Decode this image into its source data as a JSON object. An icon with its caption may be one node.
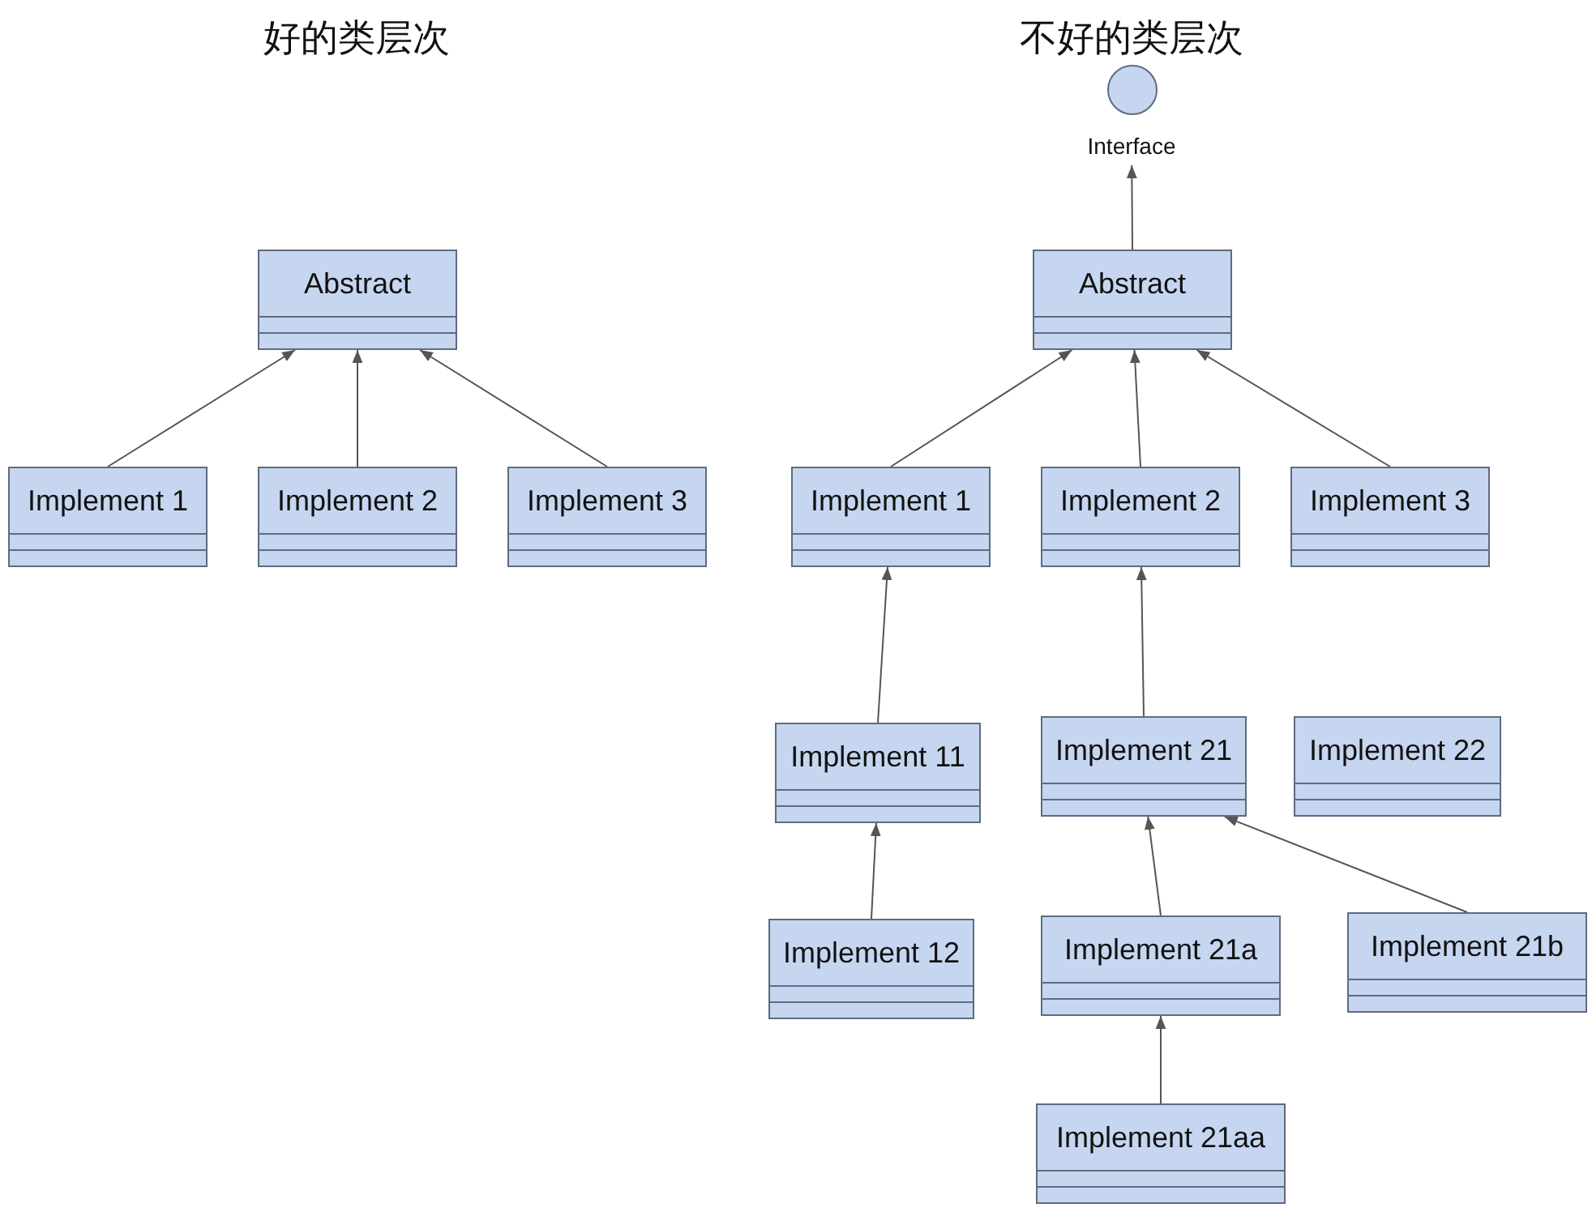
{
  "diagram": {
    "nodes": [
      {
        "text": [
          "Abstract"
        ]
      },
      {
        "text": [
          "Implement 1"
        ]
      },
      {
        "text": [
          "Implement 2"
        ]
      },
      {
        "text": [
          "Implement 3"
        ]
      },
      {
        "text": [
          "Interface"
        ]
      },
      {
        "text": [
          "Abstract"
        ]
      },
      {
        "text": [
          "Implement 1"
        ]
      },
      {
        "text": [
          "Implement 2"
        ]
      },
      {
        "text": [
          "Implement 3"
        ]
      },
      {
        "text": [
          "Implement 11"
        ]
      },
      {
        "text": [
          "Implement 21"
        ]
      },
      {
        "text": [
          "Implement 22"
        ]
      },
      {
        "text": [
          "Implement 12"
        ]
      },
      {
        "text": [
          "Implement 21a"
        ]
      },
      {
        "text": [
          "Implement 21b"
        ]
      },
      {
        "text": [
          "Implement 21aa"
        ]
      }
    ],
    "edges": [
      {
        "from": 1,
        "to": 0,
        "arrow": "to"
      },
      {
        "from": 2,
        "to": 0,
        "arrow": "to"
      },
      {
        "from": 3,
        "to": 0,
        "arrow": "to"
      },
      {
        "from": 5,
        "to": 4,
        "arrow": "to"
      },
      {
        "from": 6,
        "to": 5,
        "arrow": "to"
      },
      {
        "from": 7,
        "to": 5,
        "arrow": "to"
      },
      {
        "from": 8,
        "to": 5,
        "arrow": "to"
      },
      {
        "from": 9,
        "to": 6,
        "arrow": "to"
      },
      {
        "from": 10,
        "to": 7,
        "arrow": "to"
      },
      {
        "from": 12,
        "to": 9,
        "arrow": "to"
      },
      {
        "from": 13,
        "to": 10,
        "arrow": "to"
      },
      {
        "from": 14,
        "to": 10,
        "arrow": "to"
      },
      {
        "from": 15,
        "to": 13,
        "arrow": "to"
      }
    ],
    "labels": [
      "好的类层次",
      "不好的类层次"
    ]
  }
}
